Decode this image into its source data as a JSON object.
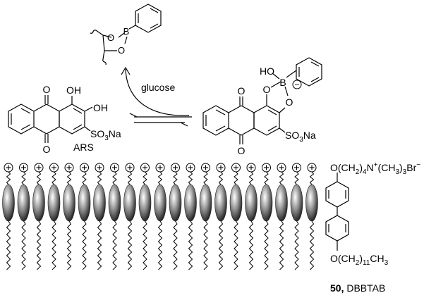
{
  "labels": {
    "boronate_o1": "O",
    "boronate_b": "B",
    "boronate_o2": "O",
    "ars_o_top": "O",
    "ars_o_bottom": "O",
    "ars_oh1": "OH",
    "ars_oh2": "OH",
    "ars_so3_pre": "SO",
    "ars_so3_sub": "3",
    "ars_so3_post": "Na",
    "ars_name": "ARS",
    "complex_ho": "HO",
    "complex_b": "B",
    "complex_o1": "O",
    "complex_o2": "O",
    "complex_o_top": "O",
    "complex_o_bottom": "O",
    "complex_so3_pre": "SO",
    "complex_so3_sub": "3",
    "complex_so3_post": "Na",
    "glucose": "glucose",
    "charge_minus": "−",
    "dbbtab_top_1": "O(CH",
    "dbbtab_top_2": "2",
    "dbbtab_top_3": ")",
    "dbbtab_top_4": "4",
    "dbbtab_top_5": "N",
    "dbbtab_top_6": "+",
    "dbbtab_top_7": "(CH",
    "dbbtab_top_8": "3",
    "dbbtab_top_9": ")",
    "dbbtab_top_10": "3",
    "dbbtab_top_11": "Br",
    "dbbtab_top_12": "−",
    "dbbtab_bottom_1": "O(CH",
    "dbbtab_bottom_2": "2",
    "dbbtab_bottom_3": ")",
    "dbbtab_bottom_4": "11",
    "dbbtab_bottom_5": "CH",
    "dbbtab_bottom_6": "3",
    "compound_number": "50,",
    "compound_name": " DBBTAB"
  },
  "bilayer": {
    "molecule_count": 21
  }
}
